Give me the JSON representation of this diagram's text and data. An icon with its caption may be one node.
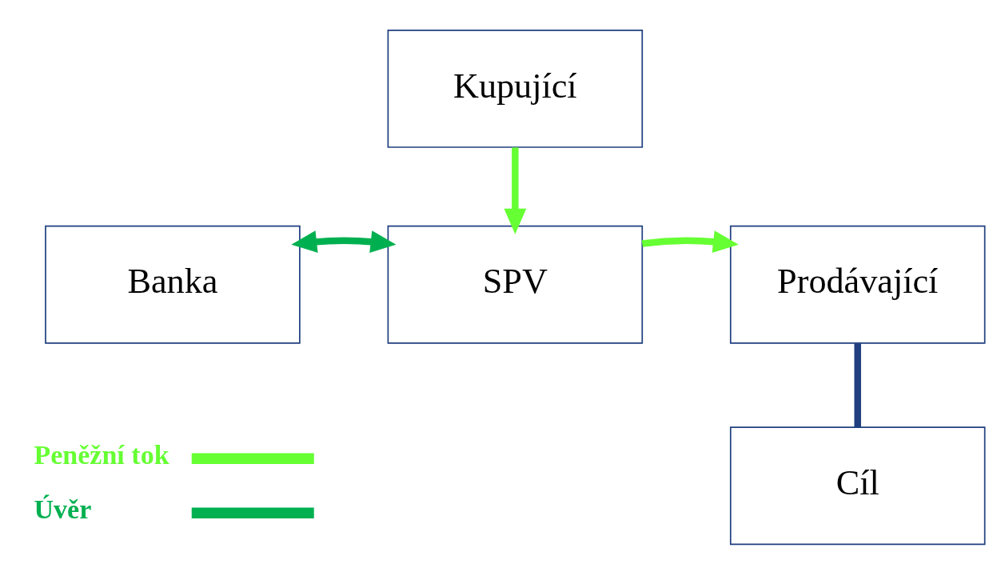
{
  "diagram": {
    "nodes": [
      {
        "text": [
          "Kupující"
        ]
      },
      {
        "text": [
          "Banka"
        ]
      },
      {
        "text": [
          "SPV"
        ]
      },
      {
        "text": [
          "Prodávající"
        ]
      },
      {
        "text": [
          "Cíl"
        ]
      }
    ],
    "edges": [
      {
        "from": 0,
        "to": 2,
        "arrow": "to",
        "color": "#66ff33"
      },
      {
        "from": 1,
        "to": 2,
        "arrow": "both",
        "color": "#00b050"
      },
      {
        "from": 2,
        "to": 3,
        "arrow": "to",
        "color": "#66ff33"
      },
      {
        "from": 3,
        "to": 4,
        "arrow": "none",
        "color": "#1f3f7f"
      }
    ],
    "legend": [
      {
        "text": "Peněžní tok",
        "color": "#66ff33"
      },
      {
        "text": "Úvěr",
        "color": "#00b050"
      }
    ]
  }
}
